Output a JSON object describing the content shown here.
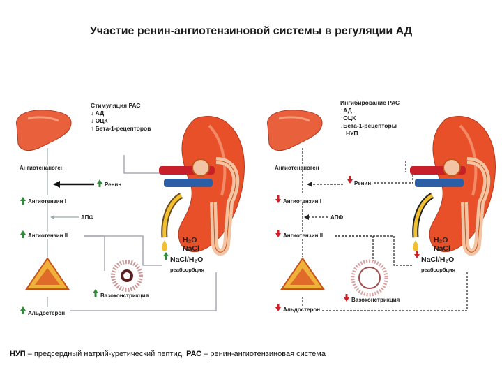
{
  "title": "Участие ренин-ангиотензиновой системы в регуляции АД",
  "footer": {
    "abbr1": "НУП",
    "text1": " – предсердный натрий-уретический пептид, ",
    "abbr2": "РАС",
    "text2": " – ренин-ангиотензиновая система"
  },
  "colors": {
    "up": "#2e8b3a",
    "down": "#d21f26",
    "line": "#222222",
    "liver": "#e8603c",
    "kidney": "#e8502a"
  },
  "left": {
    "header": "Стимуляция РАС",
    "factors": [
      "↓ АД",
      "↓ ОЦК",
      "↑ Бета-1-рецепторов"
    ],
    "angiotensinogen": "Ангиотенаноген",
    "renin": "Ренин",
    "angiotensin1": "Ангиотензин I",
    "ace": "АПФ",
    "angiotensin2": "Ангиотензин II",
    "h2o": "H₂O",
    "nacl": "NaCl",
    "nacl_h2o": "NaCl/H₂O",
    "reabsorption": "реабсорбция",
    "vasoconstriction": "Вазоконстрикция",
    "aldosterone": "Альдостерон"
  },
  "right": {
    "header": "Ингибирование РАС",
    "factors": [
      "↑АД",
      "↑ОЦК",
      "↓Бета-1-рецепторы",
      "НУП"
    ],
    "angiotensinogen": "Ангиотенаноген",
    "renin": "Ренин",
    "angiotensin1": "Ангиотензин I",
    "ace": "АПФ",
    "angiotensin2": "Ангиотензин II",
    "h2o": "H₂O",
    "nacl": "NaCl",
    "nacl_h2o": "NaCl/H₂O",
    "reabsorption": "реабсорбция",
    "vasoconstriction": "Вазоконстрикция",
    "aldosterone": "Альдостерон"
  }
}
